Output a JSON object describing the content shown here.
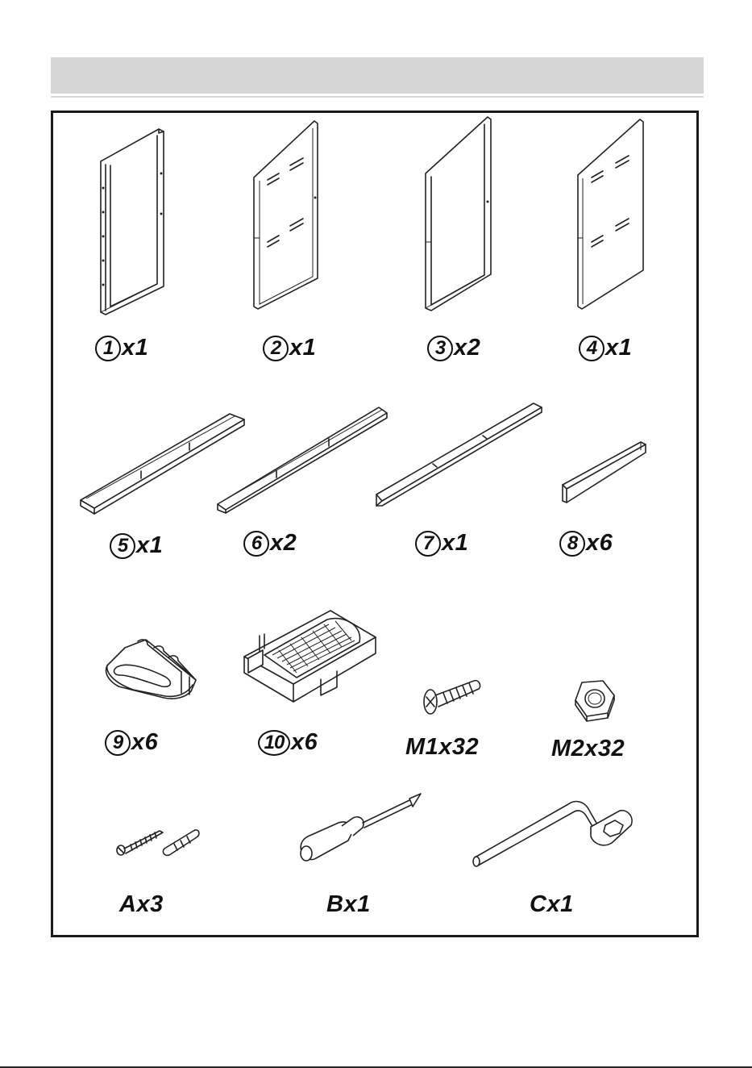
{
  "parts": [
    {
      "number": "1",
      "qty": "x1"
    },
    {
      "number": "2",
      "qty": "x1"
    },
    {
      "number": "3",
      "qty": "x2"
    },
    {
      "number": "4",
      "qty": "x1"
    },
    {
      "number": "5",
      "qty": "x1"
    },
    {
      "number": "6",
      "qty": "x2"
    },
    {
      "number": "7",
      "qty": "x1"
    },
    {
      "number": "8",
      "qty": "x6"
    },
    {
      "number": "9",
      "qty": "x6"
    },
    {
      "number": "10",
      "qty": "x6"
    }
  ],
  "hardware": [
    {
      "label": "M1x32"
    },
    {
      "label": "M2x32"
    },
    {
      "label": "Ax3"
    },
    {
      "label": "Bx1"
    },
    {
      "label": "Cx1"
    }
  ]
}
